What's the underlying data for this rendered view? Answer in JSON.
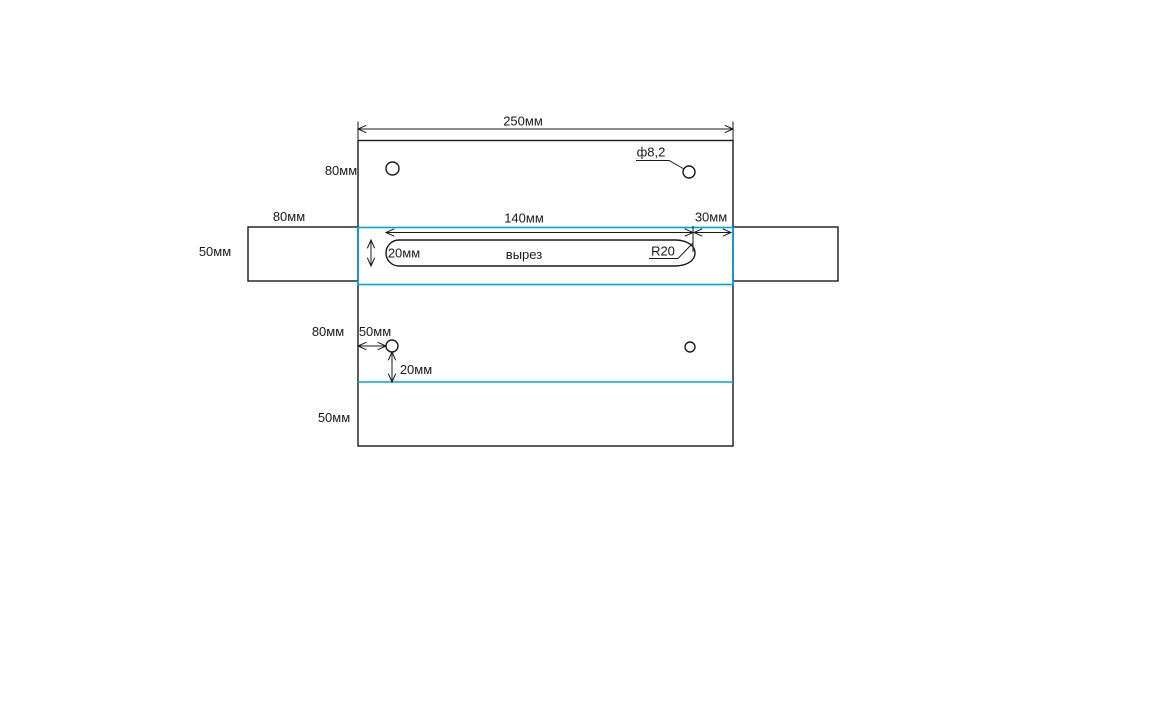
{
  "drawing": {
    "type": "technical-dimension-drawing",
    "language": "ru",
    "colors": {
      "outline": "#1a1a1a",
      "dimension": "#1a1a1a",
      "highlight_blue": "#00a2e8"
    },
    "labels": {
      "overall_width": "250мм",
      "top_section_height": "80мм",
      "hole_diameter_callout": "ф8,2",
      "left_tab_width": "80мм",
      "left_tab_height": "50мм",
      "slot_length": "140мм",
      "slot_edge_offset": "30мм",
      "slot_width": "20мм",
      "cutout_name": "вырез",
      "slot_corner_radius": "R20",
      "lower_section_height": "80мм",
      "lower_hole_offset_x": "50мм",
      "lower_hole_offset_y": "20мм",
      "bottom_section_height": "50мм"
    }
  }
}
